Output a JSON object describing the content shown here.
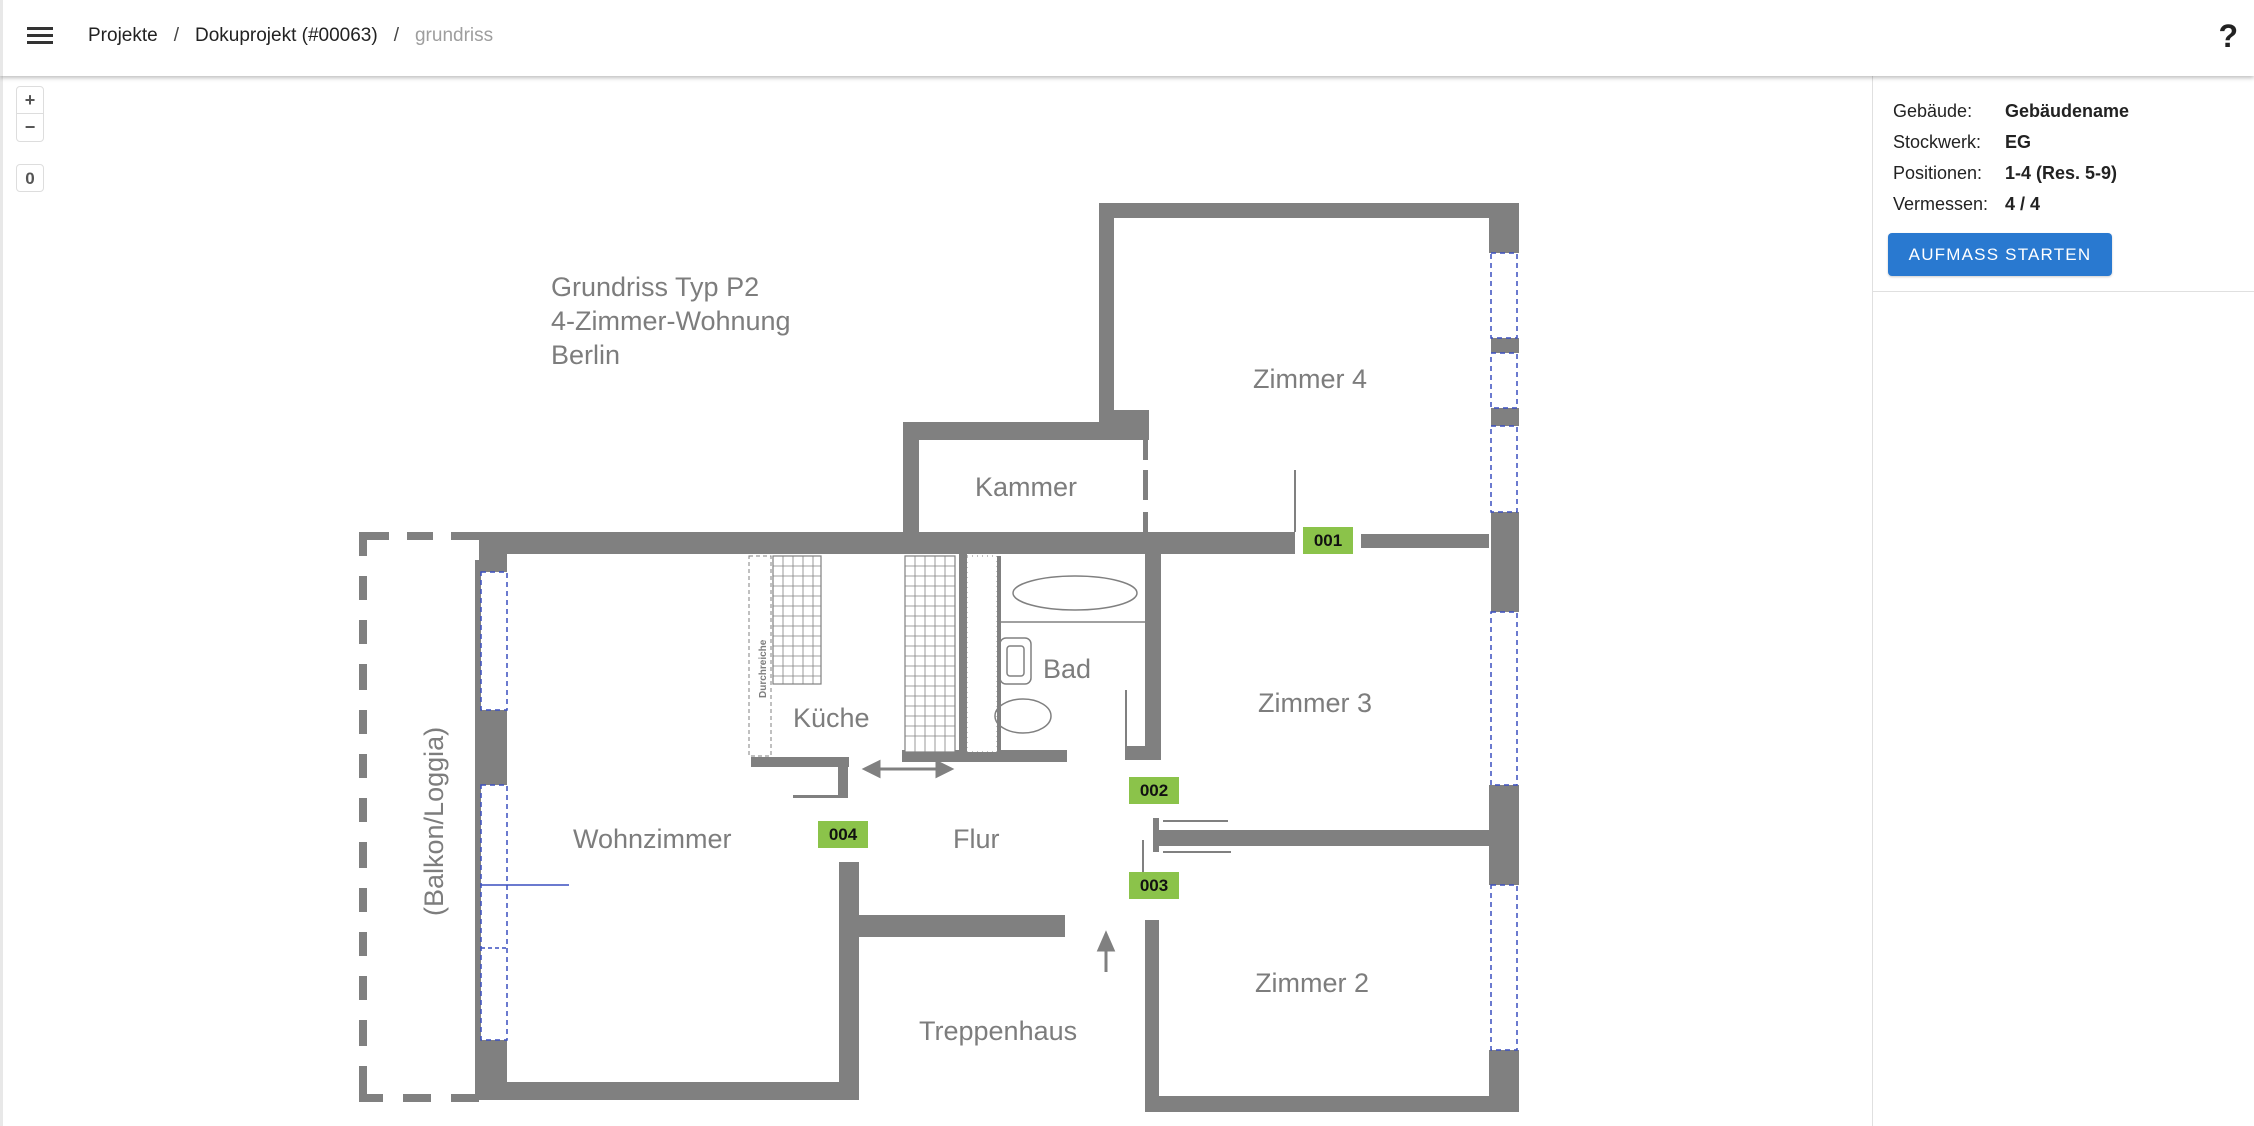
{
  "header": {
    "menu_icon": "hamburger-menu-icon",
    "breadcrumb": [
      {
        "label": "Projekte"
      },
      {
        "label": "Dokuprojekt (#00063)"
      },
      {
        "label": "grundriss"
      }
    ],
    "separator": "/",
    "help_label": "?"
  },
  "map": {
    "zoom_in": "+",
    "zoom_out": "−",
    "level": "0",
    "title_lines": [
      "Grundriss Typ P2",
      "4-Zimmer-Wohnung",
      "Berlin"
    ],
    "rooms": {
      "zimmer4": "Zimmer 4",
      "kammer": "Kammer",
      "bad": "Bad",
      "kueche": "Küche",
      "durchreiche": "Durchreiche",
      "zimmer3": "Zimmer 3",
      "wohnzimmer": "Wohnzimmer",
      "flur": "Flur",
      "balkon": "(Balkon/Loggia)",
      "zimmer2": "Zimmer 2",
      "treppenhaus": "Treppenhaus"
    },
    "positions": [
      {
        "id": "001"
      },
      {
        "id": "002"
      },
      {
        "id": "003"
      },
      {
        "id": "004"
      }
    ],
    "colors": {
      "wall": "#808080",
      "badge": "#8bc34a",
      "window": "#3a4fbf"
    }
  },
  "panel": {
    "rows": [
      {
        "label": "Gebäude:",
        "value": "Gebäudename"
      },
      {
        "label": "Stockwerk:",
        "value": "EG"
      },
      {
        "label": "Positionen:",
        "value": "1-4 (Res. 5-9)"
      },
      {
        "label": "Vermessen:",
        "value": "4 / 4"
      }
    ],
    "start_button": "AUFMASS STARTEN",
    "button_color": "#2979d0"
  }
}
